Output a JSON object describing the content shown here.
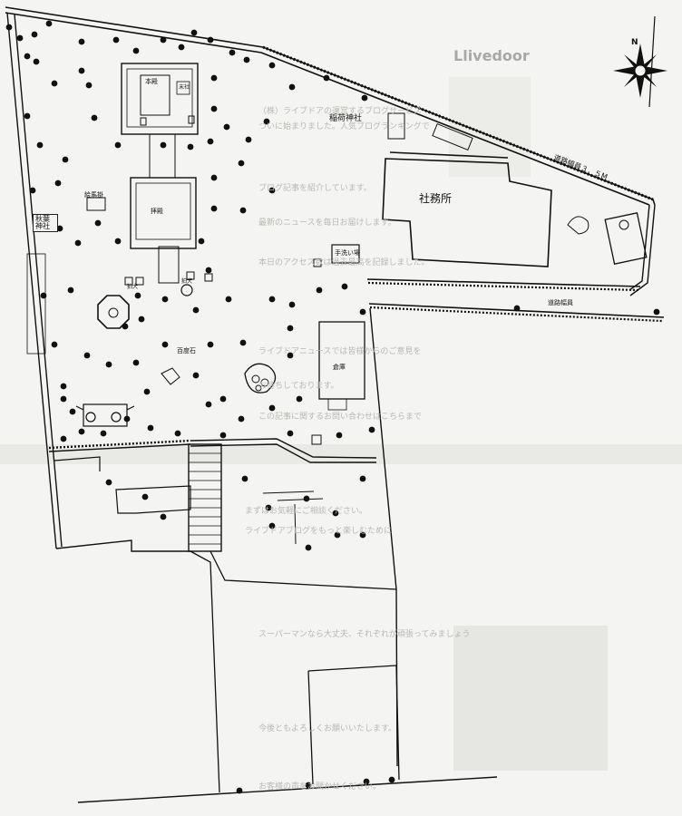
{
  "map": {
    "labels": {
      "honden": "本殿",
      "massha": "末社",
      "haiden": "拝殿",
      "inari": "稲荷神社",
      "shamusho": "社務所",
      "chozuya": "手洗い場",
      "ema": "絵馬掛",
      "akiba": "秋葉神社",
      "warehouse": "倉庫",
      "stone": "百度石",
      "road_width": "道路幅員３．５M",
      "road_width2": "道路幅員",
      "komainu_l": "狛犬",
      "komainu_r": "狛犬"
    },
    "compass": "N",
    "showthrough": {
      "logo": "livedoor",
      "logo_mark": "L",
      "lines": [
        "（株）ライブドアの運営するブログサービス",
        "ついに始まりました。人気ブログランキングで",
        "ブログ記事を紹介しています。",
        "最新のニュースを毎日お届けします。",
        "本日のアクセス数は過去最高を記録しました。",
        "ライブドアニュースでは皆様からのご意見を",
        "お待ちしております。",
        "この記事に関するお問い合わせはこちらまで",
        "まずはお気軽にご相談ください。",
        "ライブドアブログをもっと楽しむために",
        "スーパーマンなら大丈夫、それぞれが頑張ってみましょう",
        "今後ともよろしくお願いいたします。",
        "お客様の声をお聞かせください。"
      ]
    }
  }
}
